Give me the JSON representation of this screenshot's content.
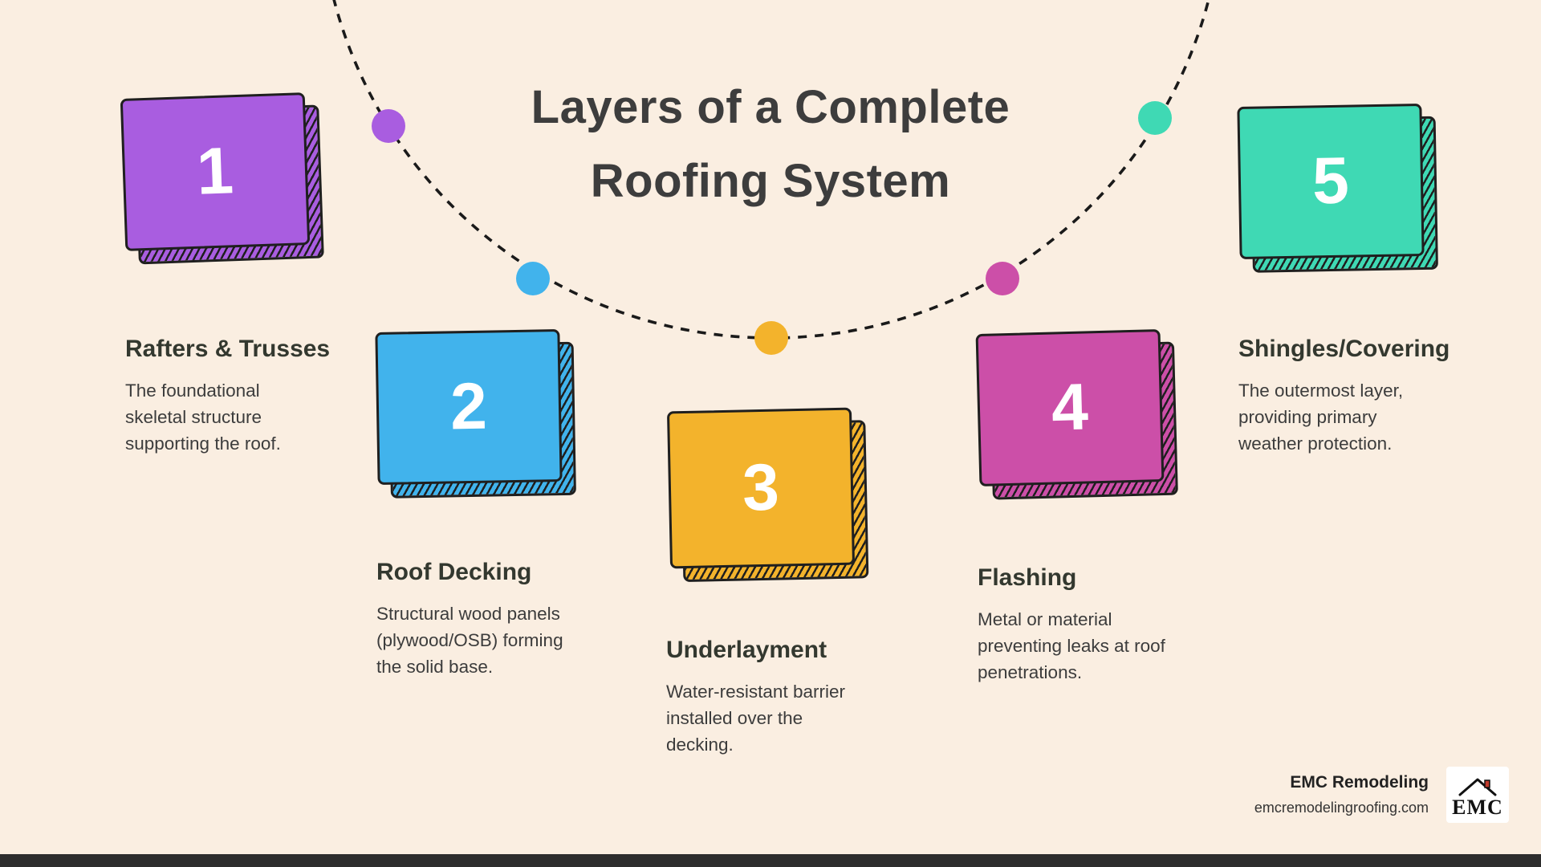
{
  "title": {
    "line1": "Layers of a Complete",
    "line2": "Roofing System"
  },
  "layers": [
    {
      "number": "1",
      "heading": "Rafters & Trusses",
      "description": "The foundational skeletal structure supporting the roof.",
      "color": "#a95de0"
    },
    {
      "number": "2",
      "heading": "Roof Decking",
      "description": "Structural wood panels (plywood/OSB) forming the solid base.",
      "color": "#41b3ec"
    },
    {
      "number": "3",
      "heading": "Underlayment",
      "description": "Water-resistant barrier installed over the decking.",
      "color": "#f3b32c"
    },
    {
      "number": "4",
      "heading": "Flashing",
      "description": "Metal or material preventing leaks at roof penetrations.",
      "color": "#cc4fa8"
    },
    {
      "number": "5",
      "heading": "Shingles/Covering",
      "description": "The outermost layer, providing primary weather protection.",
      "color": "#3fd9b4"
    }
  ],
  "footer": {
    "company": "EMC Remodeling",
    "website": "emcremodelingroofing.com",
    "logo_text": "EMC"
  },
  "colors": {
    "background": "#faeee1",
    "title_text": "#3d3d3d",
    "arc_stroke": "#1a1a1a",
    "bottom_bar": "#2d2d2d"
  }
}
